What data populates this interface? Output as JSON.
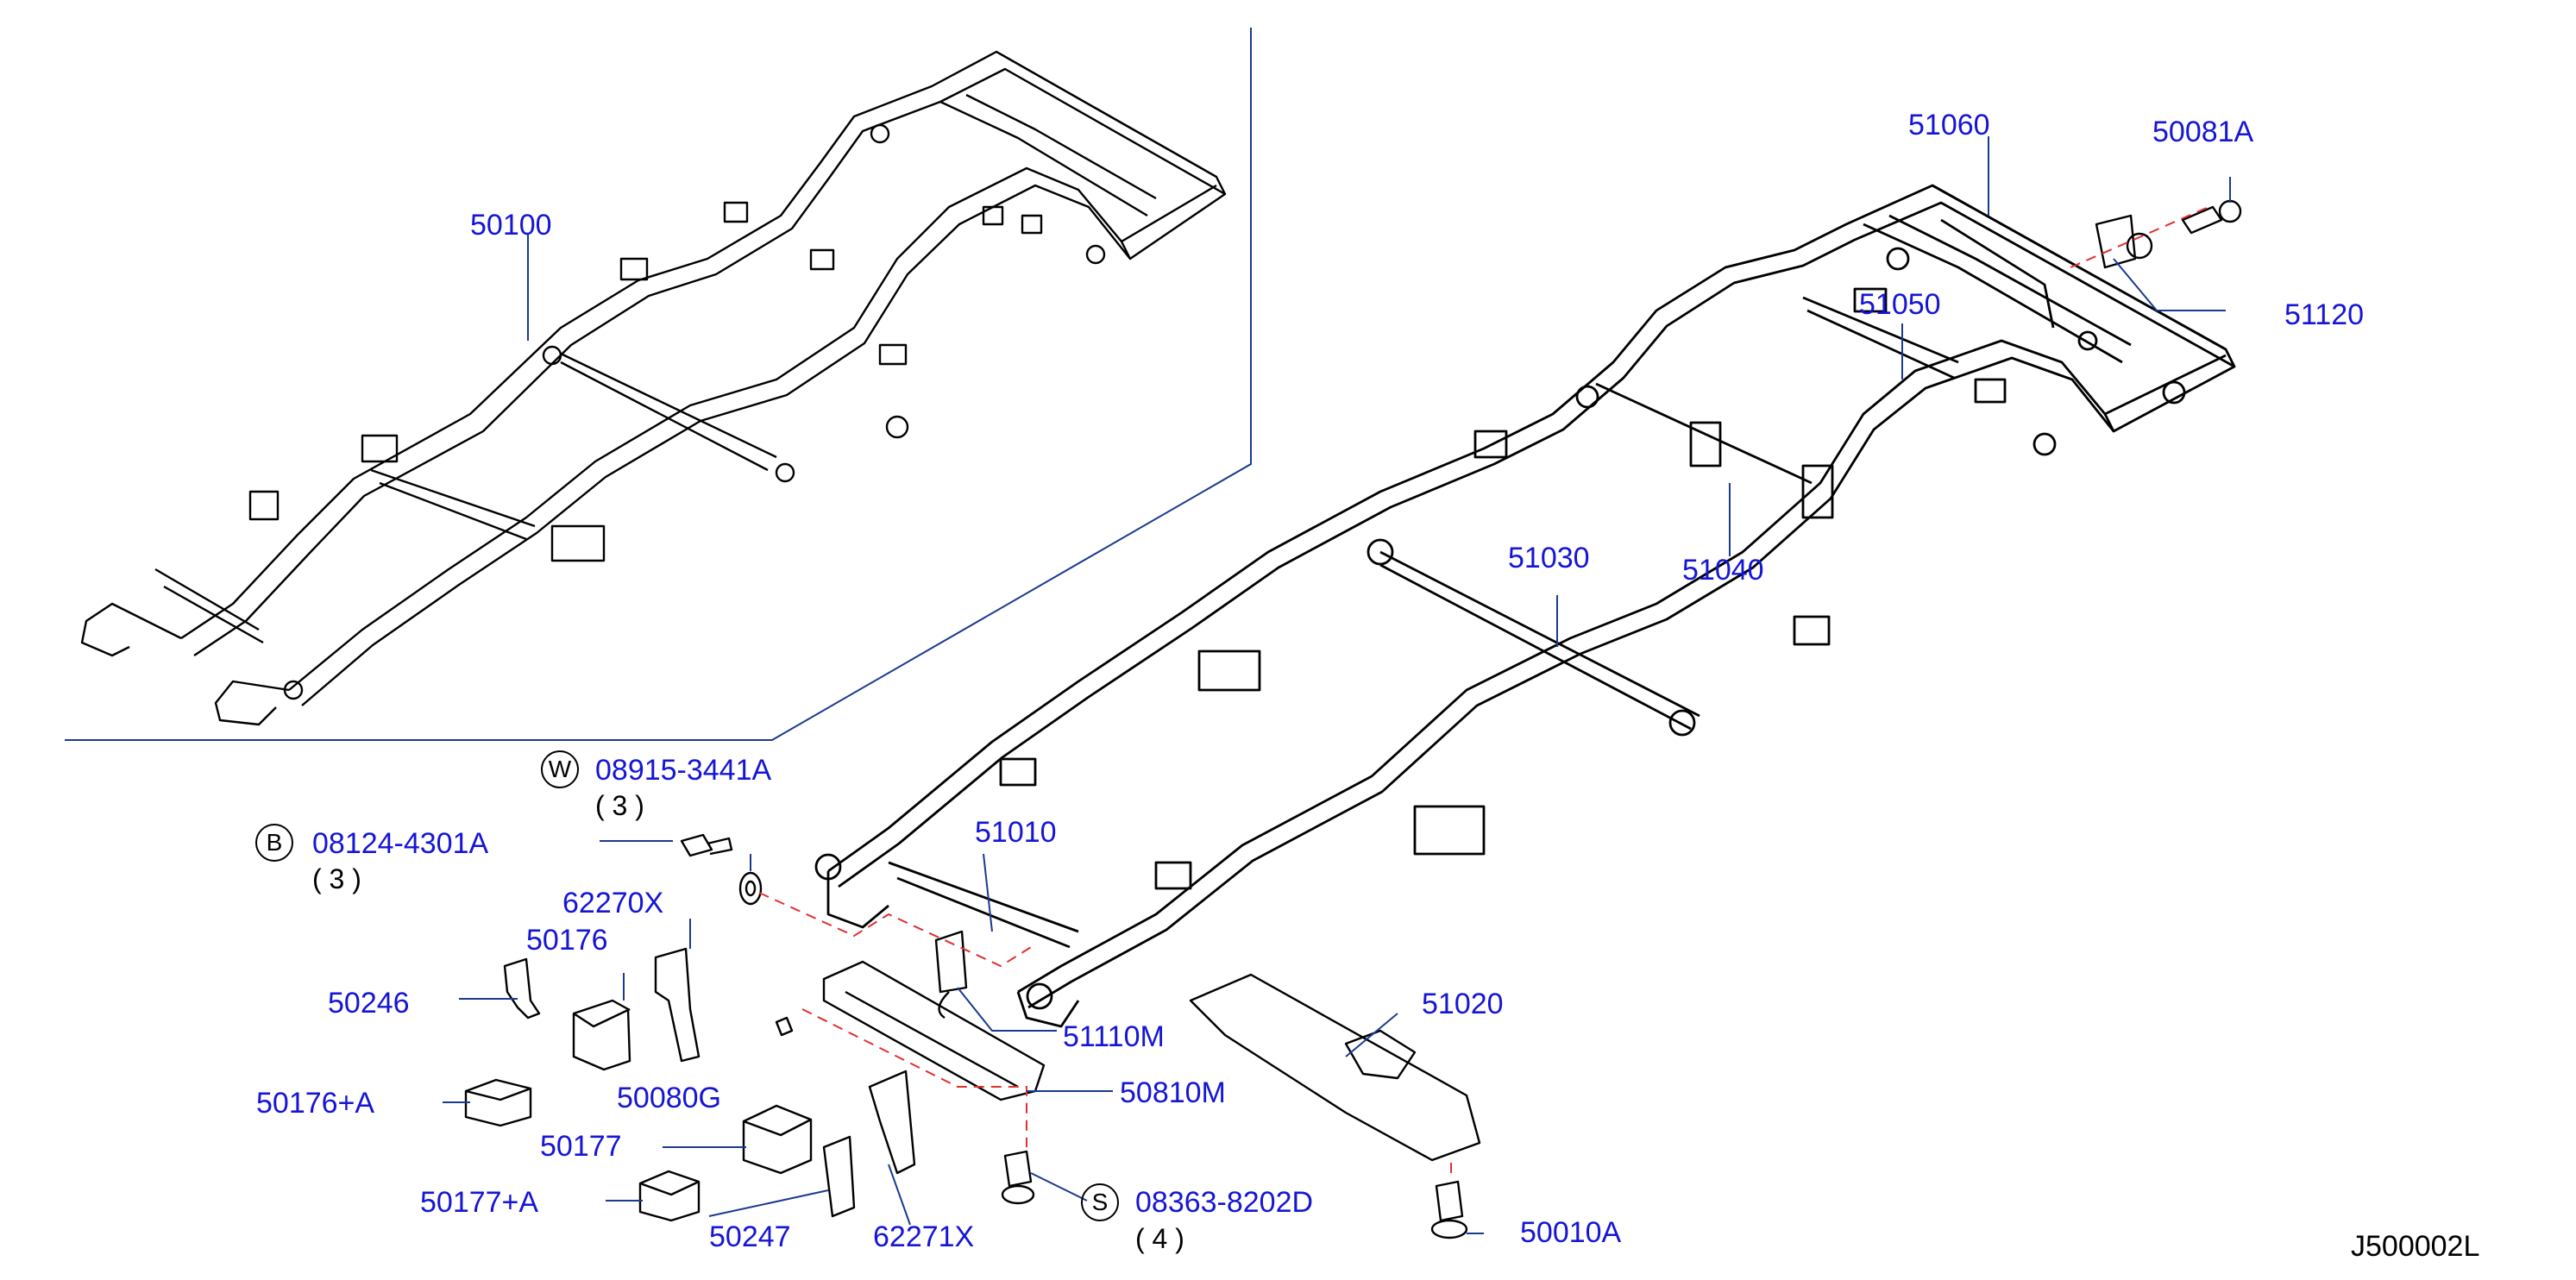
{
  "diagram": {
    "code": "J500002L",
    "parts": {
      "p50100": "50100",
      "p51060": "51060",
      "p50081A": "50081A",
      "p51120": "51120",
      "p51050": "51050",
      "p51030": "51030",
      "p51040": "51040",
      "p51010": "51010",
      "p51020": "51020",
      "p51110M": "51110M",
      "p50810M": "50810M",
      "p62270X": "62270X",
      "p50176": "50176",
      "p50246": "50246",
      "p50080G": "50080G",
      "p50176A": "50176+A",
      "p50177": "50177",
      "p50177A": "50177+A",
      "p50247": "50247",
      "p62271X": "62271X",
      "p50010A": "50010A"
    },
    "fasteners": {
      "w": {
        "symbol": "W",
        "part": "08915-3441A",
        "qty": "( 3 )"
      },
      "b": {
        "symbol": "B",
        "part": "08124-4301A",
        "qty": "( 3 )"
      },
      "s": {
        "symbol": "S",
        "part": "08363-8202D",
        "qty": "( 4 )"
      }
    }
  },
  "colors": {
    "label": "#1515d6",
    "line": "#000000",
    "leader": "#1a3a8f",
    "dash": "#e03030"
  }
}
